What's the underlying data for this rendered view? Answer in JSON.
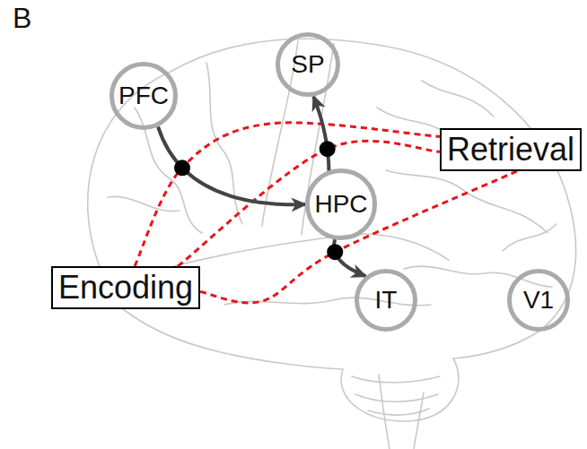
{
  "diagram": {
    "nodes": [
      {
        "text": [
          "PFC"
        ]
      },
      {
        "text": [
          "SP"
        ]
      },
      {
        "text": [
          "HPC"
        ]
      },
      {
        "text": [
          "Retrieval"
        ]
      },
      {
        "text": [
          "Encoding"
        ]
      },
      {
        "text": [
          "IT"
        ]
      },
      {
        "text": [
          "V1"
        ]
      }
    ],
    "edges": [
      {
        "from": 0,
        "to": 2,
        "arrow": "to"
      },
      {
        "from": 2,
        "to": 1,
        "arrow": "to"
      },
      {
        "from": 2,
        "to": 5,
        "arrow": "to"
      },
      {
        "from": 4,
        "to": 3,
        "arrow": "none"
      },
      {
        "from": 4,
        "to": 3,
        "arrow": "none"
      },
      {
        "from": 4,
        "to": 3,
        "arrow": "none"
      }
    ],
    "labels": [
      "B"
    ]
  }
}
